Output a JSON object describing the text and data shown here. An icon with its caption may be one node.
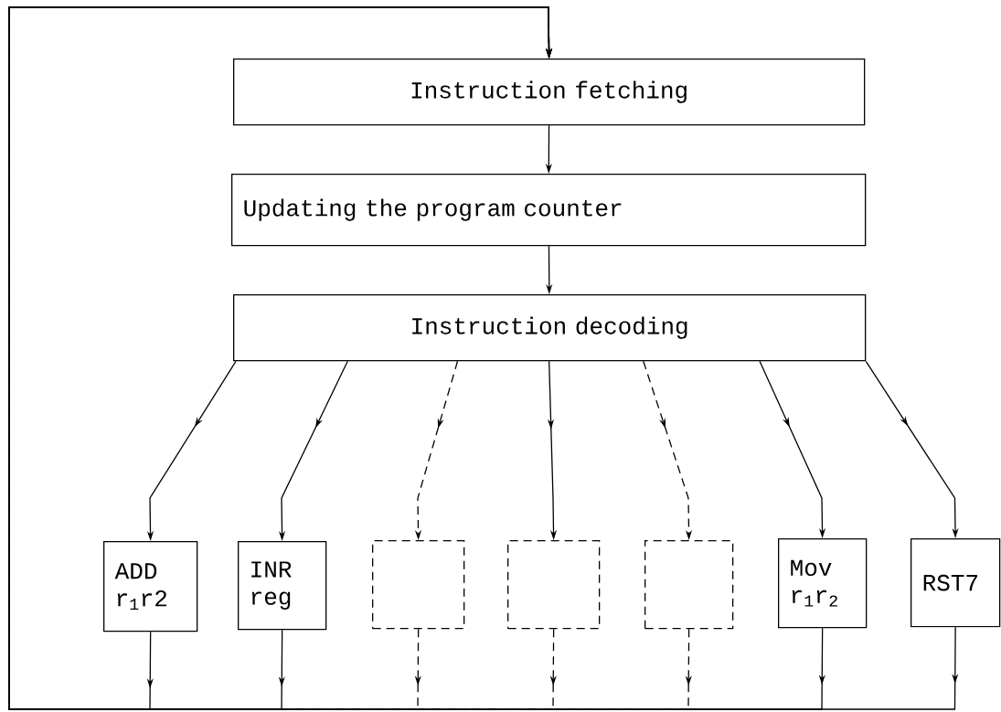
{
  "diagram": {
    "nodes": [
      {
        "text": [
          "Instruction fetching"
        ]
      },
      {
        "text": [
          "Updating the program counter"
        ]
      },
      {
        "text": [
          "Instruction decoding"
        ]
      },
      {
        "text": [
          "ADD r$_{1}$r2"
        ]
      },
      {
        "text": [
          "INR reg"
        ]
      },
      {
        "text": [],
        "shape": "box"
      },
      {
        "text": [],
        "shape": "box"
      },
      {
        "text": [],
        "shape": "box"
      },
      {
        "text": [
          "Mov r$_{1}$r$_{2}$"
        ]
      },
      {
        "text": [
          "RST7"
        ]
      }
    ],
    "edges": [
      {
        "from": 0,
        "to": 1,
        "arrow": "to"
      },
      {
        "from": 1,
        "to": 2,
        "arrow": "to"
      },
      {
        "from": 2,
        "to": 3,
        "arrow": "to"
      },
      {
        "from": 2,
        "to": 4,
        "arrow": "to"
      },
      {
        "from": 2,
        "to": 5,
        "arrow": "to",
        "style": "dashed"
      },
      {
        "from": 2,
        "to": 6,
        "arrow": "to"
      },
      {
        "from": 2,
        "to": 7,
        "arrow": "to",
        "style": "dashed"
      },
      {
        "from": 2,
        "to": 8,
        "arrow": "to"
      },
      {
        "from": 2,
        "to": 9,
        "arrow": "to"
      },
      {
        "from": 3,
        "to": 0,
        "arrow": "to"
      },
      {
        "from": 4,
        "to": 0,
        "arrow": "to"
      },
      {
        "from": 5,
        "to": 0,
        "arrow": "to",
        "style": "dashed"
      },
      {
        "from": 6,
        "to": 0,
        "arrow": "to",
        "style": "dashed"
      },
      {
        "from": 7,
        "to": 0,
        "arrow": "to",
        "style": "dashed"
      },
      {
        "from": 8,
        "to": 0,
        "arrow": "to"
      },
      {
        "from": 9,
        "to": 0,
        "arrow": "to"
      }
    ]
  }
}
